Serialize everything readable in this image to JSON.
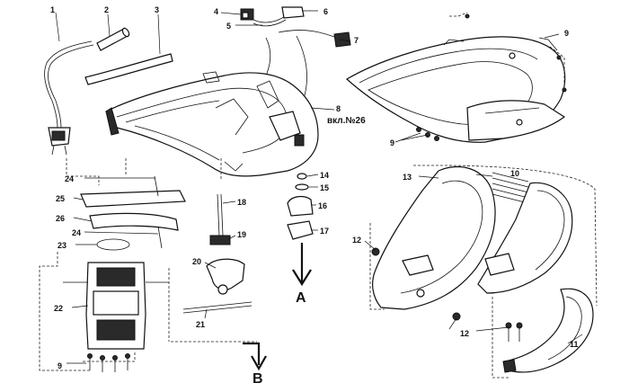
{
  "labels": {
    "l1": "1",
    "l2": "2",
    "l3": "3",
    "l4": "4",
    "l5": "5",
    "l6": "6",
    "l7": "7",
    "l8": "8",
    "l9a": "9",
    "l9b": "9",
    "l9c": "9",
    "l10": "10",
    "l11": "11",
    "l12a": "12",
    "l12b": "12",
    "l13": "13",
    "l14": "14",
    "l15": "15",
    "l16": "16",
    "l17": "17",
    "l18": "18",
    "l19": "19",
    "l20": "20",
    "l21": "21",
    "l22": "22",
    "l23": "23",
    "l24a": "24",
    "l24b": "24",
    "l25": "25",
    "l26": "26"
  },
  "notes": {
    "insert": "вкл.№26"
  },
  "arrows": {
    "a": "A",
    "b": "B"
  }
}
